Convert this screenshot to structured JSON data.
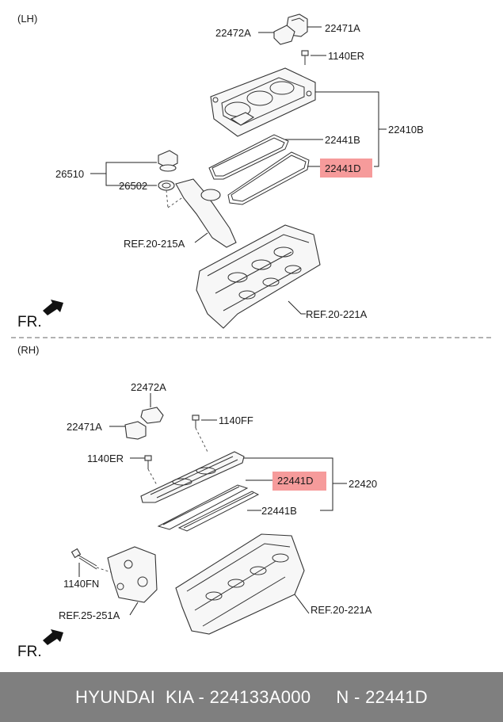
{
  "lh": {
    "section_label": "(LH)",
    "labels": {
      "p22472A": "22472A",
      "p22471A": "22471A",
      "p1140ER": "1140ER",
      "p22410B": "22410B",
      "p22441B": "22441B",
      "p22441D": "22441D",
      "p26510": "26510",
      "p26502": "26502",
      "ref1": "REF.20-215A",
      "ref2": "REF.20-221A"
    },
    "fr": "FR."
  },
  "rh": {
    "section_label": "(RH)",
    "labels": {
      "p22472A": "22472A",
      "p22471A": "22471A",
      "p1140FF": "1140FF",
      "p1140ER": "1140ER",
      "p22441D": "22441D",
      "p22420": "22420",
      "p22441B": "22441B",
      "p1140FN": "1140FN",
      "ref1": "REF.25-251A",
      "ref2": "REF.20-221A"
    },
    "fr": "FR."
  },
  "highlight_color": "#f48a8a",
  "footer": {
    "text": "HYUNDAI  KIA - 224133A000     N - 22441D"
  }
}
